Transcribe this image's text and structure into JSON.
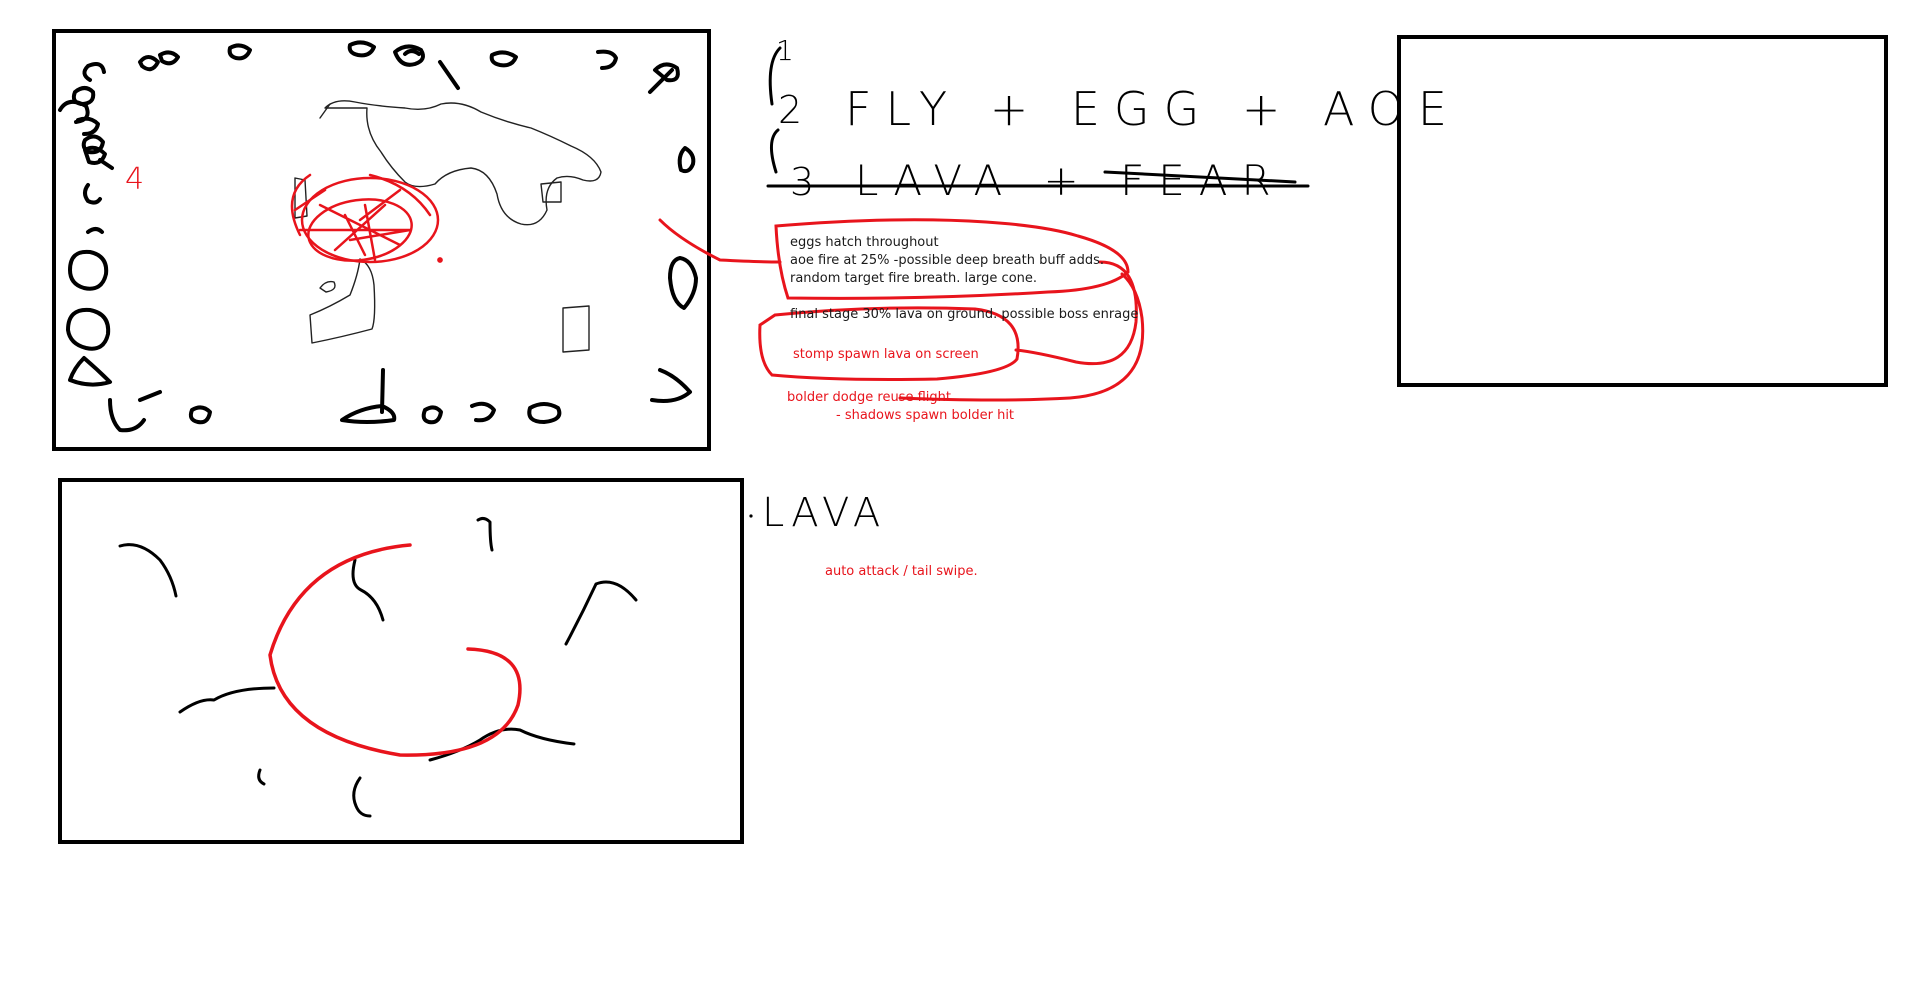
{
  "whiteboard": {
    "colors": {
      "ink": "#000000",
      "accent": "#e8141c",
      "background": "#ffffff"
    },
    "phases": {
      "p1": "1",
      "p2_num": "2",
      "p2_text": "FLY + EGG + AOE",
      "p3_num": "3",
      "p3_text": "LAVA + FEAR"
    },
    "notes": {
      "line1": "eggs hatch throughout",
      "line2": "aoe fire at 25%   -possible deep breath buff adds.",
      "line3": "random target fire breath. large cone.",
      "line4": "final stage 30%   lava on ground. possible boss enrage",
      "stomp": "stomp spawn lava on screen",
      "bolder": "bolder dodge reuse flight",
      "shadows": "- shadows spawn bolder hit"
    },
    "lava_label": "LAVA",
    "lava_note": "auto attack / tail swipe.",
    "red_mark": "4"
  }
}
